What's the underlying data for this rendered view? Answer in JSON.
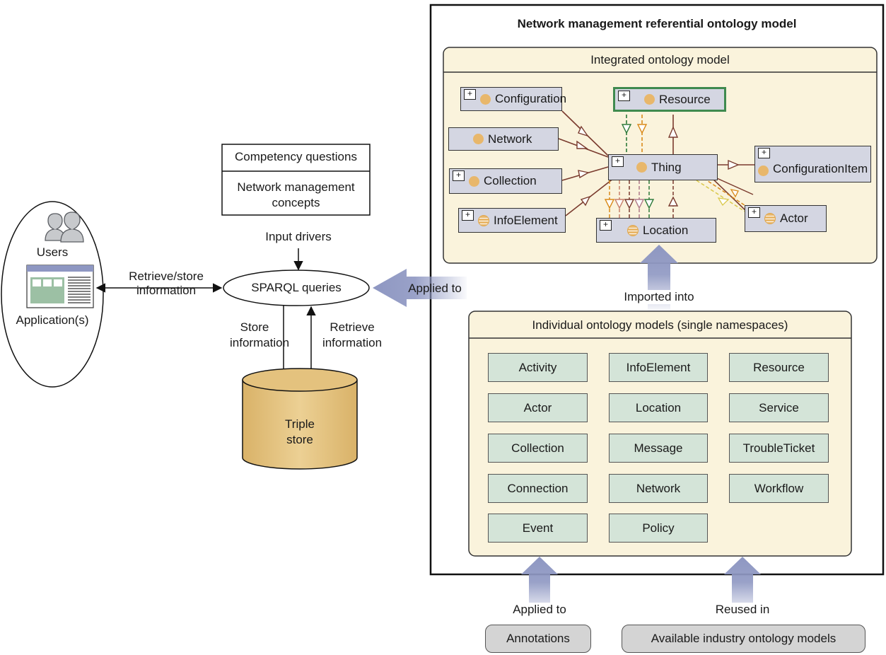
{
  "outer_title": "Network management referential ontology model",
  "integrated": {
    "title": "Integrated ontology model",
    "classes": {
      "configuration": "Configuration",
      "resource": "Resource",
      "network": "Network",
      "thing": "Thing",
      "configuration_item": "ConfigurationItem",
      "collection": "Collection",
      "info_element": "InfoElement",
      "location": "Location",
      "actor": "Actor"
    }
  },
  "individual": {
    "title": "Individual ontology models (single namespaces)",
    "models": [
      "Activity",
      "InfoElement",
      "Resource",
      "Actor",
      "Location",
      "Service",
      "Collection",
      "Message",
      "TroubleTicket",
      "Connection",
      "Network",
      "Workflow",
      "Event",
      "Policy"
    ]
  },
  "left": {
    "users": "Users",
    "applications": "Application(s)",
    "retrieve_store_1": "Retrieve/store",
    "retrieve_store_2": "information",
    "competency": "Competency questions",
    "concepts_1": "Network management",
    "concepts_2": "concepts",
    "input_drivers": "Input drivers",
    "sparql": "SPARQL queries",
    "store_1": "Store",
    "store_2": "information",
    "retrieve_1": "Retrieve",
    "retrieve_2": "information",
    "triple_1": "Triple",
    "triple_2": "store"
  },
  "arrows": {
    "applied_to_right": "Applied to",
    "imported_into": "Imported into",
    "applied_to_bottom": "Applied to",
    "reused_in": "Reused in"
  },
  "bottom": {
    "annotations": "Annotations",
    "industry": "Available industry ontology models"
  },
  "colors": {
    "class_fill": "#d4d6e2",
    "panel_fill": "#faf3dc",
    "model_fill": "#d4e4d8",
    "triple_store": "#e4c27e",
    "big_arrow": "#8e97c2",
    "resource_border": "#3f8a4f"
  }
}
